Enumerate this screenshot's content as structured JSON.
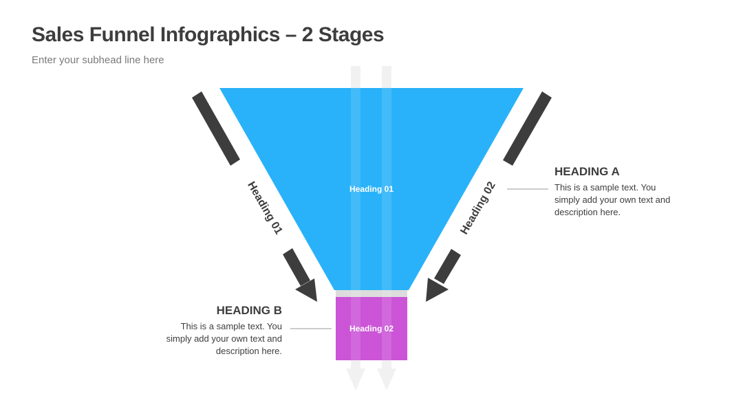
{
  "title": "Sales Funnel Infographics – 2 Stages",
  "subhead": "Enter your subhead line here",
  "stages": [
    {
      "label": "Heading 01",
      "color": "#22aff9"
    },
    {
      "label": "Heading 02",
      "color": "#c94ed6"
    }
  ],
  "side_labels": {
    "left": "Heading 01",
    "right": "Heading 02"
  },
  "callouts": {
    "a": {
      "heading": "HEADING A",
      "text": "This is a sample text. You simply add your own text and description here."
    },
    "b": {
      "heading": "HEADING B",
      "text": "This is a sample text. You simply add your own text and description here."
    }
  },
  "colors": {
    "arrow": "#3d3d3d",
    "stream": "#e3e3e3",
    "connector": "#999999",
    "text": "#3d3d3d"
  }
}
